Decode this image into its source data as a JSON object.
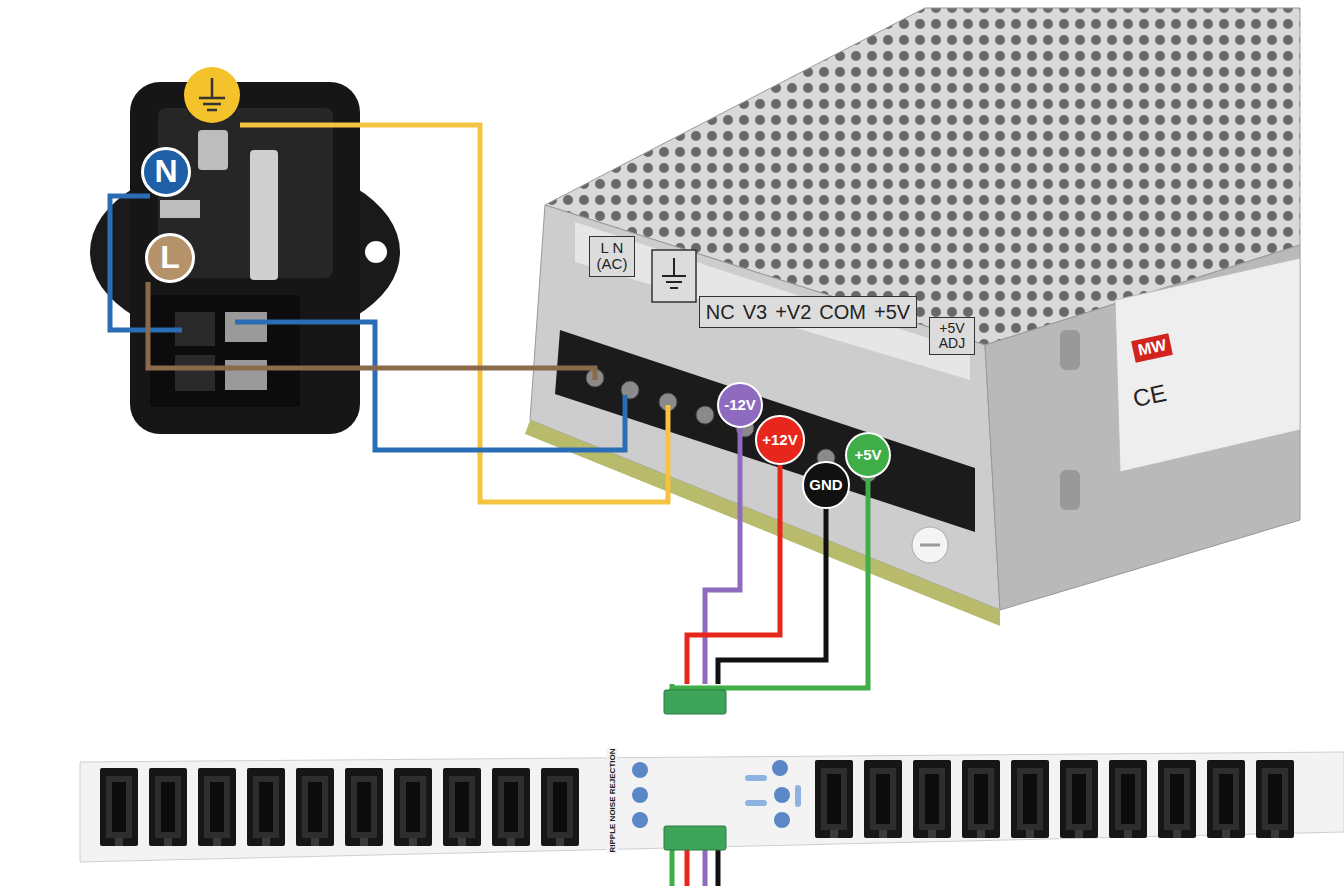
{
  "diagram": {
    "nodes": [
      {
        "text": [
          "N"
        ]
      },
      {
        "text": [
          "L"
        ]
      },
      {
        "text": [
          "L N (AC)"
        ]
      },
      {
        "text": [
          "NC",
          "V3",
          "+V2",
          "COM",
          "+5V"
        ]
      },
      {
        "text": [
          "+5V ADJ"
        ]
      },
      {
        "text": [
          "-12V"
        ]
      },
      {
        "text": [
          "+12V"
        ]
      },
      {
        "text": [
          "GND"
        ]
      },
      {
        "text": [
          "+5V"
        ]
      }
    ],
    "labels": [
      "MW",
      "CE",
      "RIPPLE NOISE REJECTION"
    ]
  }
}
